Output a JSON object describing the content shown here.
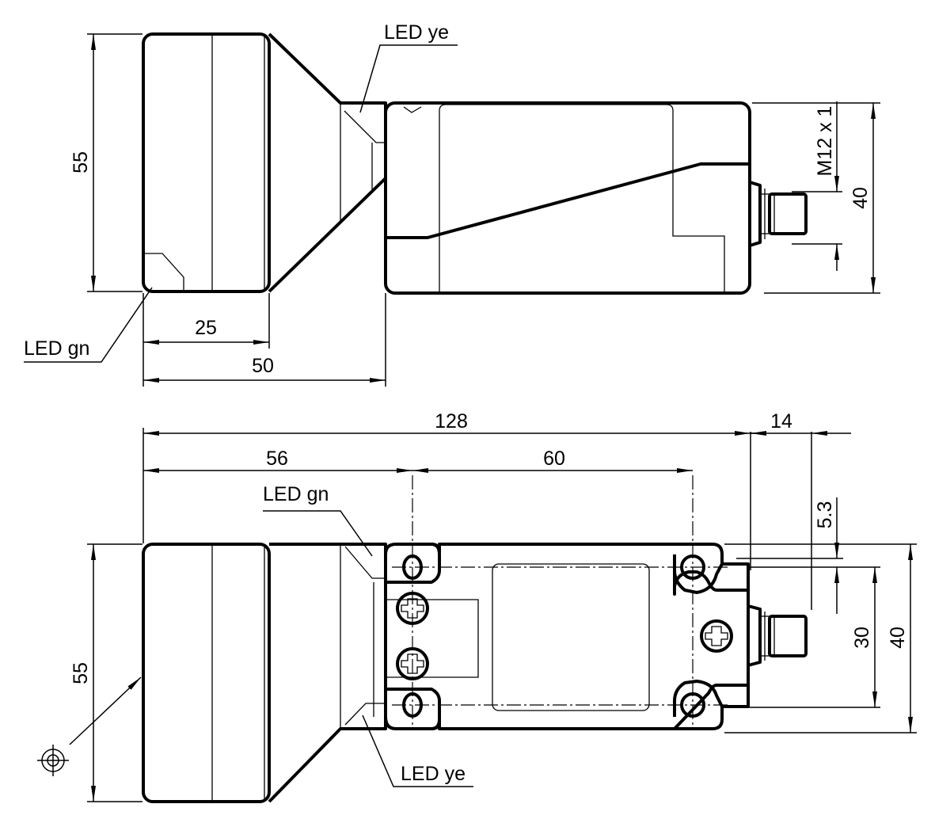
{
  "title": "Sensor dimensional drawing",
  "top_view": {
    "led_ye": "LED ye",
    "led_gn": "LED gn",
    "dim_height": "55",
    "dim_thread": "M12 x 1",
    "dim_body_height": "40",
    "dim_25": "25",
    "dim_50": "50"
  },
  "bottom_view": {
    "dim_128": "128",
    "dim_14": "14",
    "dim_56": "56",
    "dim_60": "60",
    "led_gn": "LED gn",
    "led_ye": "LED ye",
    "dim_5_3": "5.3",
    "dim_height": "55",
    "dim_30": "30",
    "dim_40": "40"
  }
}
